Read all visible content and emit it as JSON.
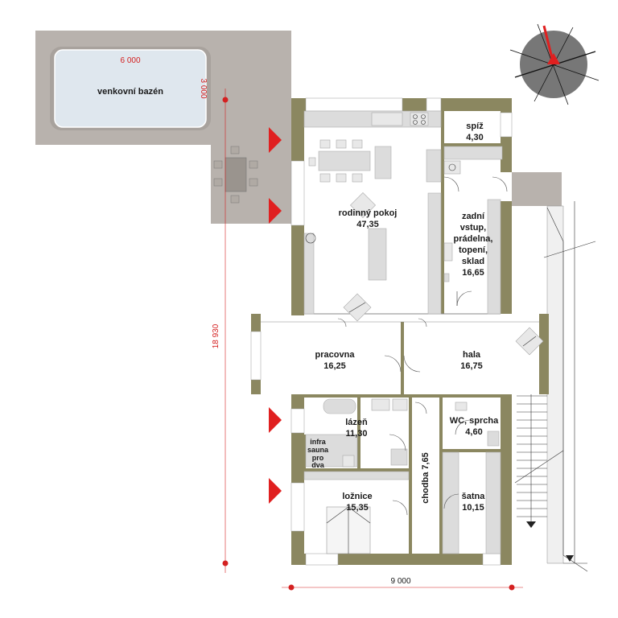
{
  "pool": {
    "label": "venkovní bazén",
    "length": "6 000",
    "width": "3 000"
  },
  "dimensions": {
    "total_length": "18 930",
    "total_width": "9 000"
  },
  "rooms": {
    "family_room": {
      "name": "rodinný pokoj",
      "area": "47,35"
    },
    "pantry": {
      "name": "spíž",
      "area": "4,30"
    },
    "back_entry": {
      "line1": "zadní",
      "line2": "vstup,",
      "line3": "prádelna,",
      "line4": "topení,",
      "line5": "sklad",
      "area": "16,65"
    },
    "study": {
      "name": "pracovna",
      "area": "16,25"
    },
    "hall": {
      "name": "hala",
      "area": "16,75"
    },
    "bathroom": {
      "name": "lázeň",
      "area": "11,30"
    },
    "sauna": {
      "line1": "infra",
      "line2": "sauna",
      "line3": "pro",
      "line4": "dva"
    },
    "wc": {
      "name": "WC, sprcha",
      "area": "4,60"
    },
    "bedroom": {
      "name": "ložnice",
      "area": "15,35"
    },
    "corridor": {
      "name": "chodba 7,65"
    },
    "wardrobe": {
      "name": "šatna",
      "area": "10,15"
    }
  },
  "colors": {
    "wall": "#8b8760",
    "terrace": "#b8b2ad",
    "pool_water": "#dfe7ee",
    "entrance_marker": "#e02020",
    "floor": "#ffffff"
  },
  "icons": [
    "compass-icon",
    "entrance-arrow-icon"
  ]
}
